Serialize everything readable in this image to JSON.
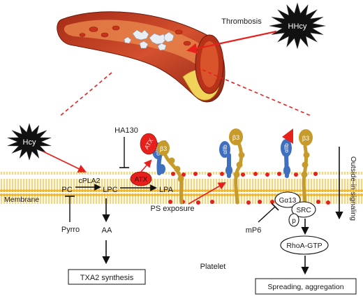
{
  "labels": {
    "thrombosis": "Thrombosis",
    "hhcy": "HHcy",
    "hcy": "Hcy",
    "ha130": "HA130",
    "membrane": "Membrane",
    "pc": "PC",
    "cpla2": "cPLA2",
    "lpc": "LPC",
    "lpa": "LPA",
    "atx_blob": "ATX",
    "atx_bound": "ATX",
    "beta3_a": "β3",
    "beta3_b": "β3",
    "beta3_c": "β3",
    "aiib_a": "αIIb",
    "aiib_b": "αIIb",
    "aiib_c": "αIIb",
    "ps_exposure": "PS exposure",
    "outside_in": "Outside-in signaling",
    "ga13": "Gα13",
    "src": "SRC",
    "p": "p",
    "mp6": "mP6",
    "pyrro": "Pyrro",
    "aa": "AA",
    "txa2": "TXA2 synthesis",
    "platelet": "Platelet",
    "rhoa": "RhoA-GTP",
    "spreading": "Spreading, aggregation"
  },
  "colors": {
    "red": "#e8201c",
    "black_star": "#111111",
    "integrin_blue": "#3f6fbf",
    "integrin_gold": "#c79a2c",
    "membrane_yellow": "#f3c643",
    "vessel_red": "#c23a1f",
    "fat_yellow": "#f2d35a"
  }
}
